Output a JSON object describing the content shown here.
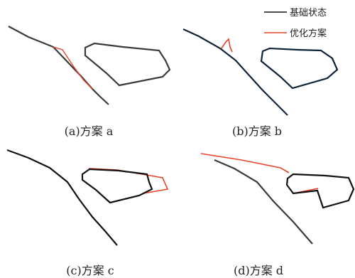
{
  "legend": [
    {
      "label": "基础状态",
      "color": "#111111"
    },
    {
      "label": "优化方案",
      "color": "#e8432b"
    }
  ],
  "captions": {
    "a": "(a)方案 a",
    "b": "(b)方案 b",
    "c": "(c)方案 c",
    "d": "(d)方案 d"
  }
}
